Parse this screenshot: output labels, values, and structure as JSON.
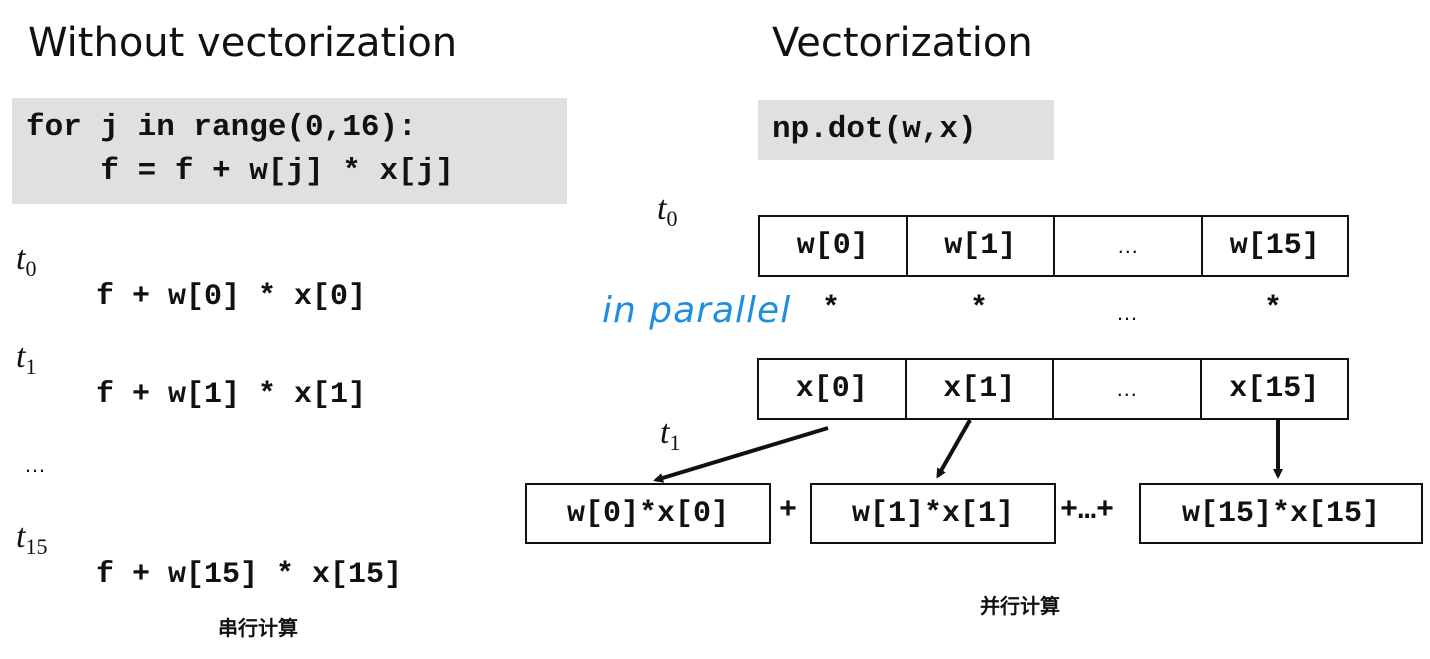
{
  "left": {
    "title": "Without vectorization",
    "code_line1": "for j in range(0,16):",
    "code_line2": "    f = f + w[j] * x[j]",
    "steps": [
      {
        "t": "t",
        "sub": "0",
        "expr": "f + w[0] * x[0]"
      },
      {
        "t": "t",
        "sub": "1",
        "expr": "f + w[1] * x[1]"
      },
      {
        "t": "t",
        "sub": "15",
        "expr": "f + w[15] * x[15]"
      }
    ],
    "ellipsis": "…",
    "caption": "串行计算"
  },
  "right": {
    "title": "Vectorization",
    "code": "np.dot(w,x)",
    "t0": {
      "t": "t",
      "sub": "0"
    },
    "t1": {
      "t": "t",
      "sub": "1"
    },
    "w_cells": [
      "w[0]",
      "w[1]",
      "…",
      "w[15]"
    ],
    "star": "*",
    "star_dots": "…",
    "x_cells": [
      "x[0]",
      "x[1]",
      "…",
      "x[15]"
    ],
    "handwritten": "in parallel",
    "products": [
      "w[0]*x[0]",
      "w[1]*x[1]",
      "w[15]*x[15]"
    ],
    "plus1": "+",
    "plus2": "+…+",
    "caption": "并行计算"
  }
}
